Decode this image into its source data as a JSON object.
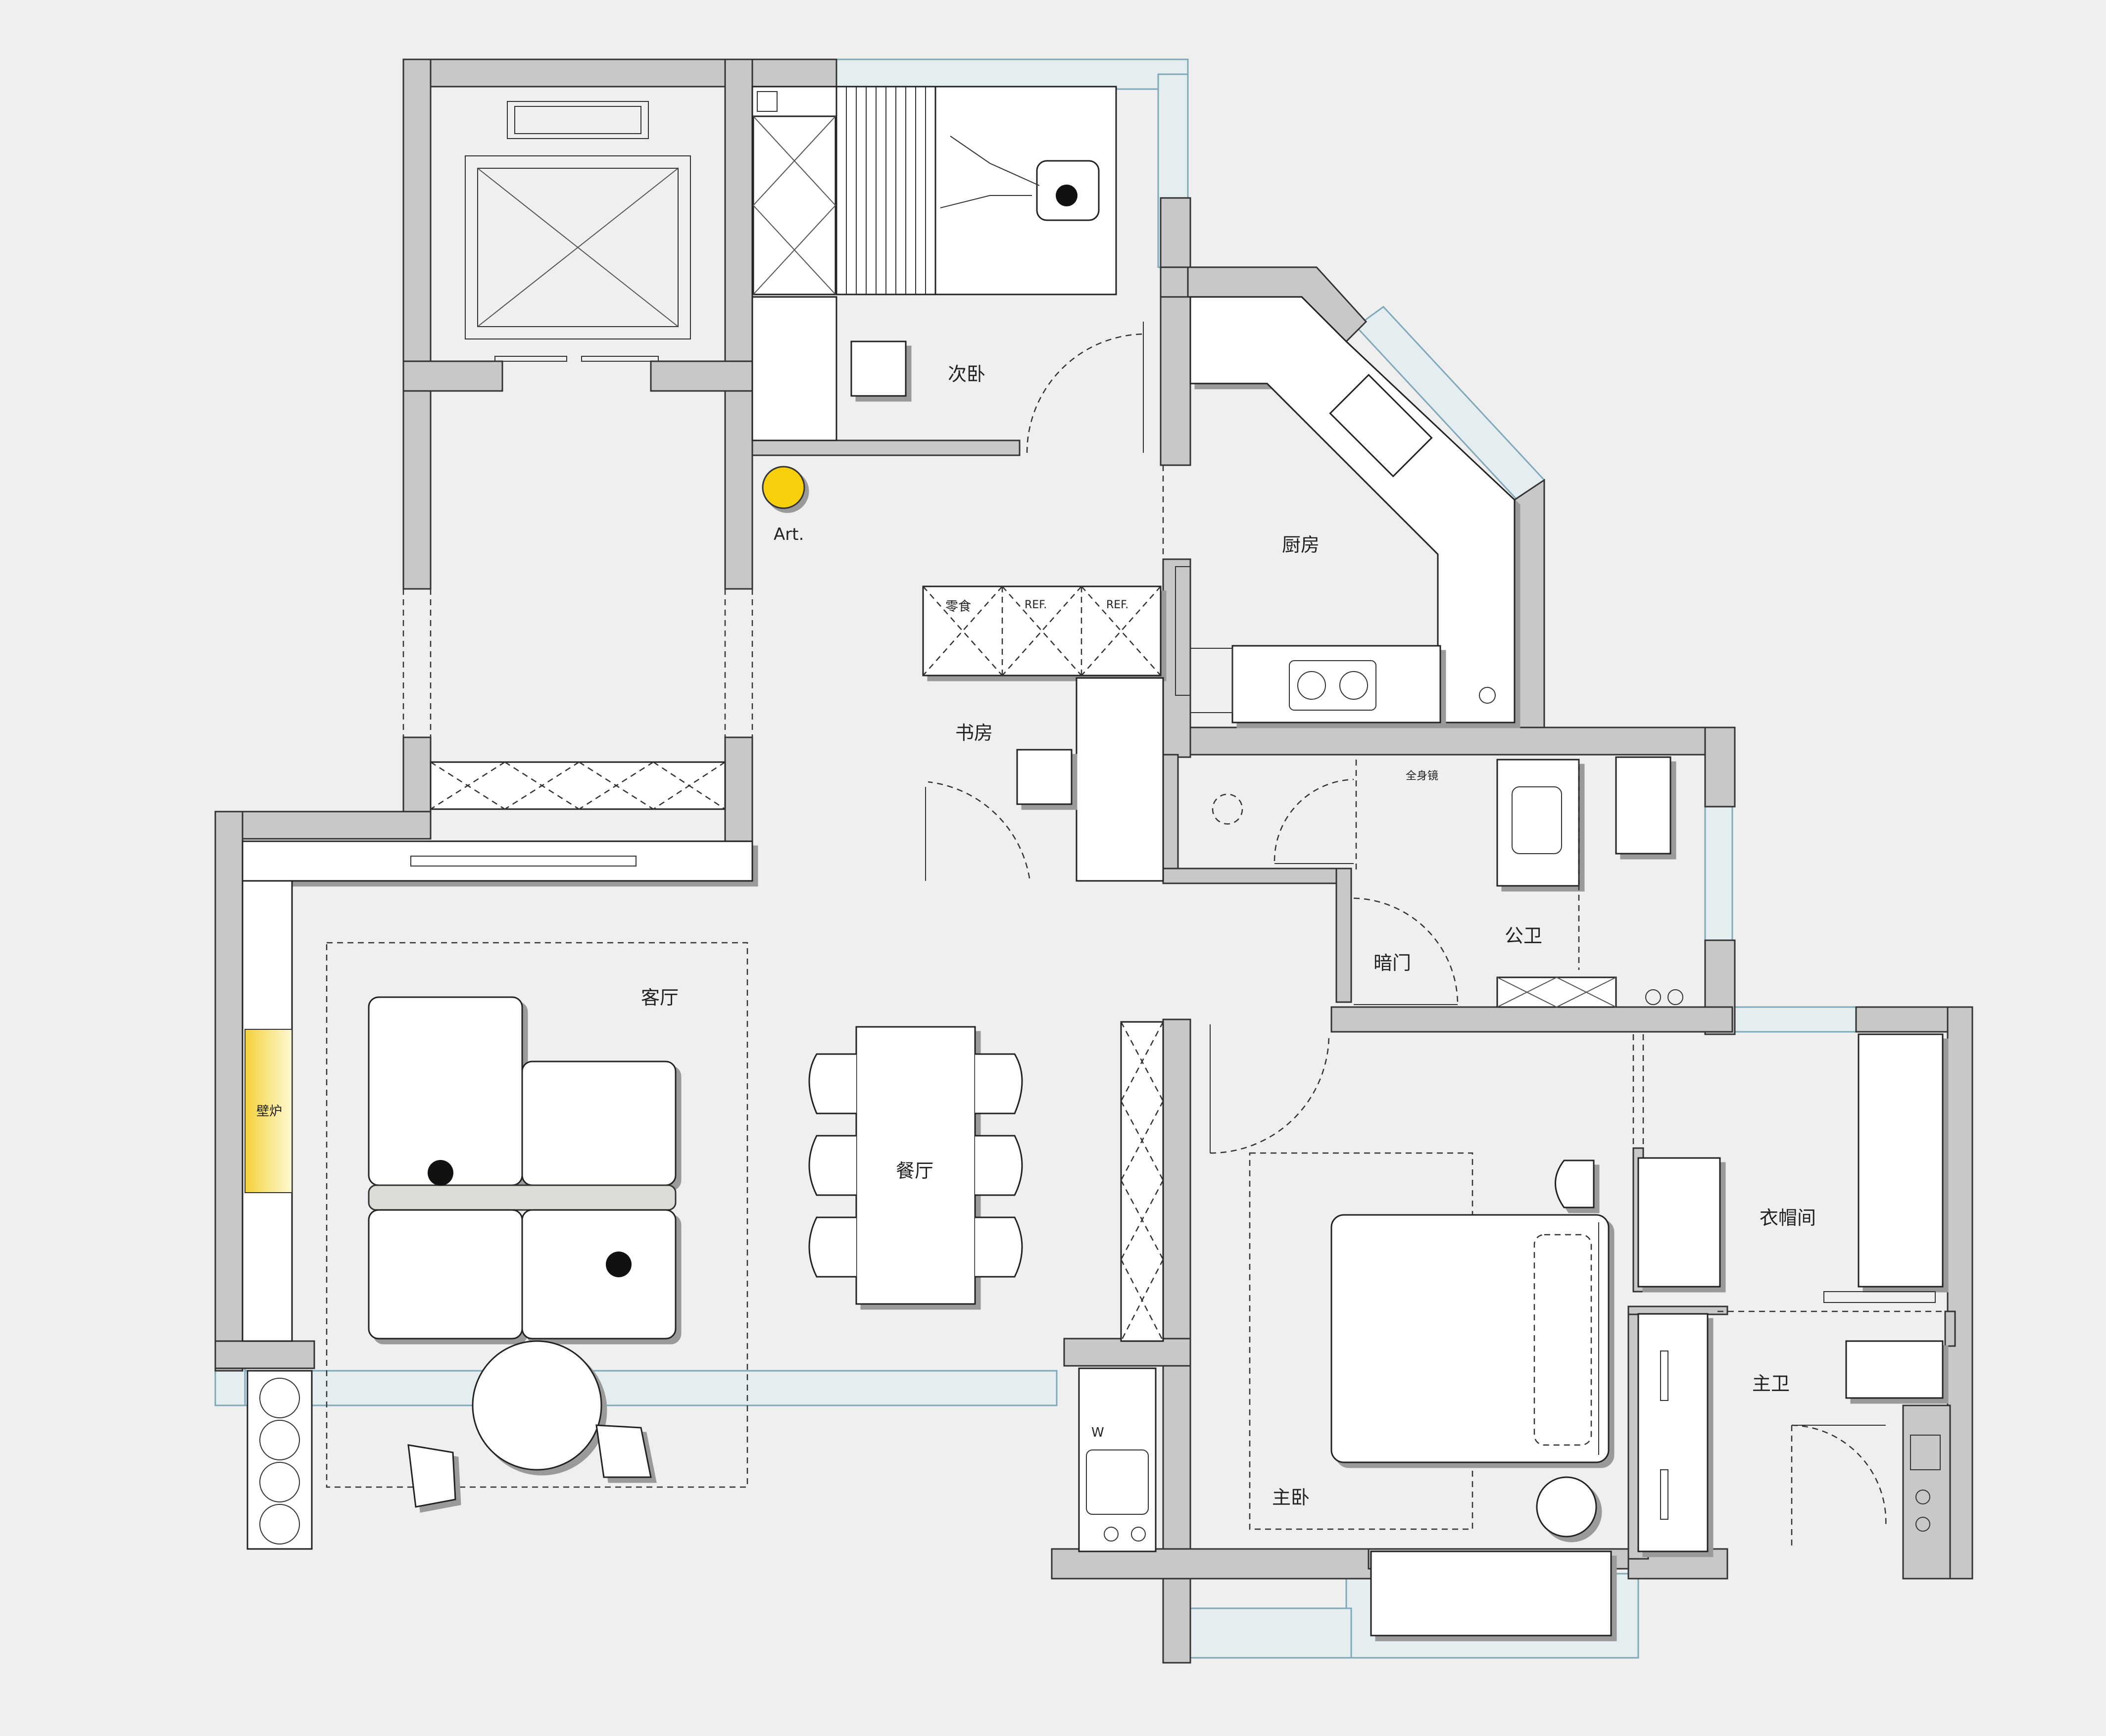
{
  "rooms": {
    "second_bedroom": "次卧",
    "kitchen": "厨房",
    "study": "书房",
    "living_room": "客厅",
    "dining_room": "餐厅",
    "guest_bathroom": "公卫",
    "hidden_door": "暗门",
    "cloakroom": "衣帽间",
    "master_bathroom": "主卫",
    "master_bedroom": "主卧"
  },
  "annotations": {
    "art": "Art.",
    "snacks": "零食",
    "ref_1": "REF.",
    "ref_2": "REF.",
    "full_mirror": "全身镜",
    "fireplace": "壁炉",
    "washer": "W"
  },
  "colors": {
    "background": "#efefef",
    "wall": "#c8c8c8",
    "window": "#7fa9b8",
    "accent_yellow": "#f7cf0a"
  }
}
